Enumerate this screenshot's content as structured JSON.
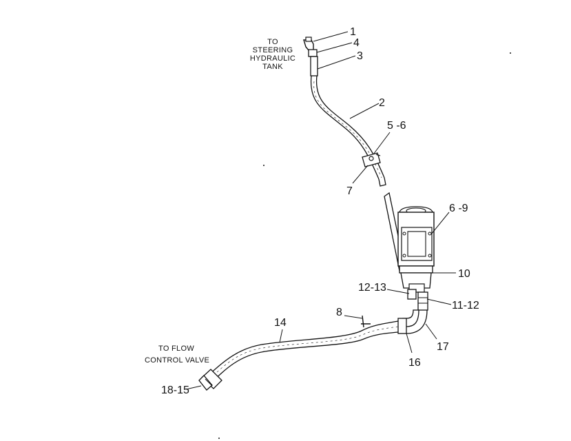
{
  "captions": {
    "steering_tank": [
      "TO",
      "STEERING",
      "HYDRAULIC",
      "TANK"
    ],
    "flow_valve": [
      "TO FLOW",
      "CONTROL VALVE"
    ]
  },
  "callouts": {
    "c1": "1",
    "c4": "4",
    "c3": "3",
    "c2": "2",
    "c5_6": "5 -6",
    "c7": "7",
    "c6_9": "6 -9",
    "c10": "10",
    "c12_13": "12-13",
    "c11_12": "11-12",
    "c8": "8",
    "c14": "14",
    "c17": "17",
    "c16": "16",
    "c18_15": "18-15"
  }
}
